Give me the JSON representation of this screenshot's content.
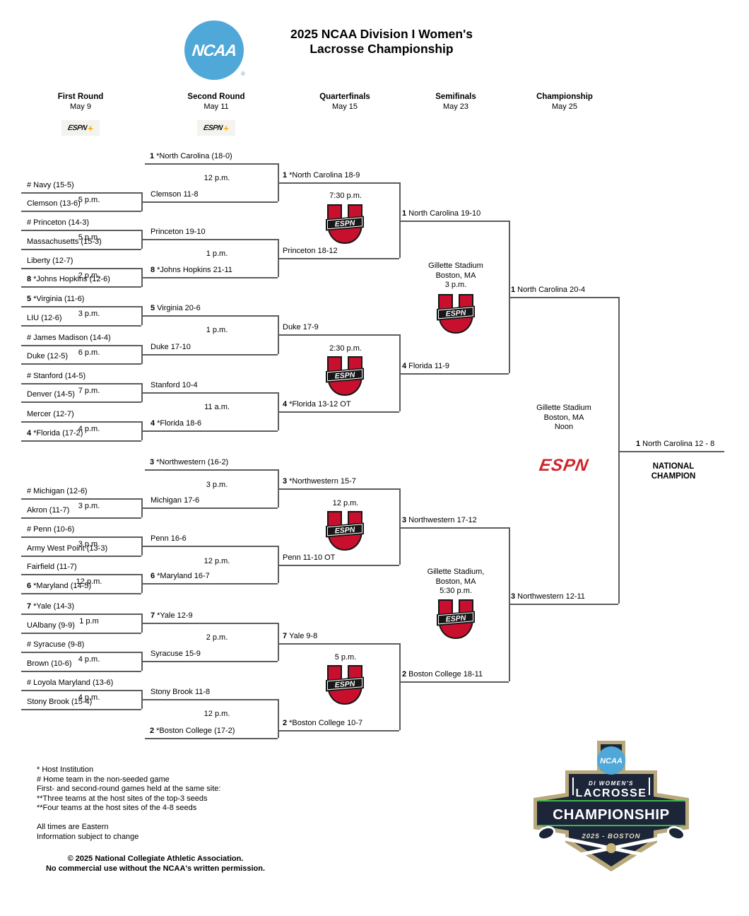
{
  "title": {
    "line1": "2025 NCAA Division I Women's",
    "line2": "Lacrosse Championship"
  },
  "logos": {
    "ncaa": "NCAA",
    "registered": "®",
    "espn": "ESPN",
    "espn_plus_mark": "+"
  },
  "rounds": [
    {
      "name": "First Round",
      "date": "May 9",
      "network": "ESPN+"
    },
    {
      "name": "Second Round",
      "date": "May 11",
      "network": "ESPN+"
    },
    {
      "name": "Quarterfinals",
      "date": "May 15"
    },
    {
      "name": "Semifinals",
      "date": "May 23"
    },
    {
      "name": "Championship",
      "date": "May 25"
    }
  ],
  "first_round": [
    {
      "top": {
        "name": "# Navy (15-5)"
      },
      "bottom": {
        "name": "Clemson (13-6)"
      },
      "time": "5 p.m.",
      "winner": {
        "name": "Clemson 11-8"
      }
    },
    {
      "top": {
        "name": "# Princeton (14-3)"
      },
      "bottom": {
        "name": "Massachusetts (15-3)"
      },
      "time": "5 p.m.",
      "winner": {
        "name": "Princeton 19-10"
      }
    },
    {
      "top": {
        "name": "Liberty (12-7)"
      },
      "bottom": {
        "seed": "8",
        "name": "*Johns Hopkins (12-6)"
      },
      "time": "2 p.m.",
      "winner": {
        "seed": "8",
        "name": "*Johns Hopkins 21-11"
      }
    },
    {
      "top": {
        "seed": "5",
        "name": "*Virginia (11-6)"
      },
      "bottom": {
        "name": "LIU (12-6)"
      },
      "time": "3 p.m.",
      "winner": {
        "seed": "5",
        "name": "Virginia 20-6"
      }
    },
    {
      "top": {
        "name": "# James Madison (14-4)"
      },
      "bottom": {
        "name": "Duke (12-5)"
      },
      "time": "6 p.m.",
      "winner": {
        "name": "Duke 17-10"
      }
    },
    {
      "top": {
        "name": "# Stanford (14-5)"
      },
      "bottom": {
        "name": "Denver (14-5)"
      },
      "time": "7 p.m.",
      "winner": {
        "name": "Stanford 10-4"
      }
    },
    {
      "top": {
        "name": "Mercer (12-7)"
      },
      "bottom": {
        "seed": "4",
        "name": "*Florida (17-2)"
      },
      "time": "4 p.m.",
      "winner": {
        "seed": "4",
        "name": "*Florida 18-6"
      }
    },
    {
      "top": {
        "name": "# Michigan (12-6)"
      },
      "bottom": {
        "name": "Akron (11-7)"
      },
      "time": "3 p.m.",
      "winner": {
        "name": "Michigan 17-6"
      }
    },
    {
      "top": {
        "name": "# Penn (10-6)"
      },
      "bottom": {
        "name": "Army West Point (13-3)"
      },
      "time": "3 p.m.",
      "winner": {
        "name": "Penn 16-6"
      }
    },
    {
      "top": {
        "name": "Fairfield (11-7)"
      },
      "bottom": {
        "seed": "6",
        "name": "*Maryland (14-5)"
      },
      "time": "12 p.m.",
      "winner": {
        "seed": "6",
        "name": "*Maryland 16-7"
      }
    },
    {
      "top": {
        "seed": "7",
        "name": "*Yale (14-3)"
      },
      "bottom": {
        "name": "UAlbany (9-9)"
      },
      "time": "1 p.m",
      "winner": {
        "seed": "7",
        "name": "*Yale 12-9"
      }
    },
    {
      "top": {
        "name": "# Syracuse (9-8)"
      },
      "bottom": {
        "name": "Brown (10-6)"
      },
      "time": "4 p.m.",
      "winner": {
        "name": "Syracuse 15-9"
      }
    },
    {
      "top": {
        "name": "# Loyola Maryland (13-6)"
      },
      "bottom": {
        "name": "Stony Brook (15-4)"
      },
      "time": "4 p.m.",
      "winner": {
        "name": "Stony Brook 11-8"
      }
    }
  ],
  "second_round": [
    {
      "bye": {
        "seed": "1",
        "name": "*North Carolina (18-0)"
      },
      "time": "12 p.m.",
      "winner": {
        "seed": "1",
        "name": "*North Carolina 18-9"
      }
    },
    {
      "time": "1 p.m.",
      "winner": {
        "name": "Princeton 18-12"
      }
    },
    {
      "time": "1 p.m.",
      "winner": {
        "name": "Duke 17-9"
      }
    },
    {
      "time": "11 a.m.",
      "winner": {
        "seed": "4",
        "name": "*Florida 13-12 OT"
      }
    },
    {
      "bye": {
        "seed": "3",
        "name": "*Northwestern (16-2)"
      },
      "time": "3 p.m.",
      "winner": {
        "seed": "3",
        "name": "*Northwestern 15-7"
      }
    },
    {
      "time": "12 p.m.",
      "winner": {
        "name": "Penn 11-10 OT"
      }
    },
    {
      "time": "2 p.m.",
      "winner": {
        "seed": "7",
        "name": "Yale 9-8"
      }
    },
    {
      "bye": {
        "seed": "2",
        "name": "*Boston College (17-2)"
      },
      "time": "12 p.m.",
      "winner": {
        "seed": "2",
        "name": "*Boston College 10-7"
      }
    }
  ],
  "quarterfinals": [
    {
      "time": "7:30 p.m.",
      "network": "ESPNU",
      "winner": {
        "seed": "1",
        "name": "North Carolina 19-10"
      }
    },
    {
      "time": "2:30 p.m.",
      "network": "ESPNU",
      "winner": {
        "seed": "4",
        "name": "Florida 11-9"
      }
    },
    {
      "time": "12 p.m.",
      "network": "ESPNU",
      "winner": {
        "seed": "3",
        "name": "Northwestern 17-12"
      }
    },
    {
      "time": "5 p.m.",
      "network": "ESPNU",
      "winner": {
        "seed": "2",
        "name": "Boston College 18-11"
      }
    }
  ],
  "semifinals": [
    {
      "venue": "Gillette Stadium",
      "city": "Boston, MA",
      "time": "3 p.m.",
      "network": "ESPNU",
      "winner": {
        "seed": "1",
        "name": "North Carolina 20-4"
      }
    },
    {
      "venue": "Gillette Stadium,",
      "city": "Boston, MA",
      "time": "5:30 p.m.",
      "network": "ESPNU",
      "winner": {
        "seed": "3",
        "name": "Northwestern 12-11"
      }
    }
  ],
  "championship": {
    "venue": "Gillette Stadium",
    "city": "Boston, MA",
    "time": "Noon",
    "network": "ESPN",
    "winner": {
      "seed": "1",
      "name": "North Carolina 12 - 8"
    },
    "champion_line1": "NATIONAL",
    "champion_line2": "CHAMPION"
  },
  "footnotes": [
    "* Host Institution",
    "# Home team in the non-seeded game",
    "First- and second-round games held at the same site:",
    "**Three teams at the host sites of the top-3 seeds",
    "**Four teams at the host sites of the 4-8 seeds"
  ],
  "notes": [
    "All times are Eastern",
    "Information subject to change"
  ],
  "copyright": [
    "© 2025 National Collegiate Athletic Association.",
    "No commercial use without the NCAA's written permission."
  ],
  "badge": {
    "ncaa": "NCAA",
    "division": "DI WOMEN'S",
    "sport": "LACROSSE",
    "event": "CHAMPIONSHIP",
    "year_city": "2025 - BOSTON"
  },
  "colors": {
    "ncaa_blue": "#4FA8D8",
    "espn_red": "#D1232A",
    "espnu_red": "#C8102E",
    "badge_navy": "#1D2638",
    "badge_tan": "#B7A97C",
    "badge_green": "#3EB54B",
    "espn_plus_gold": "#F2A900",
    "line_gray": "#5C5C5C"
  }
}
